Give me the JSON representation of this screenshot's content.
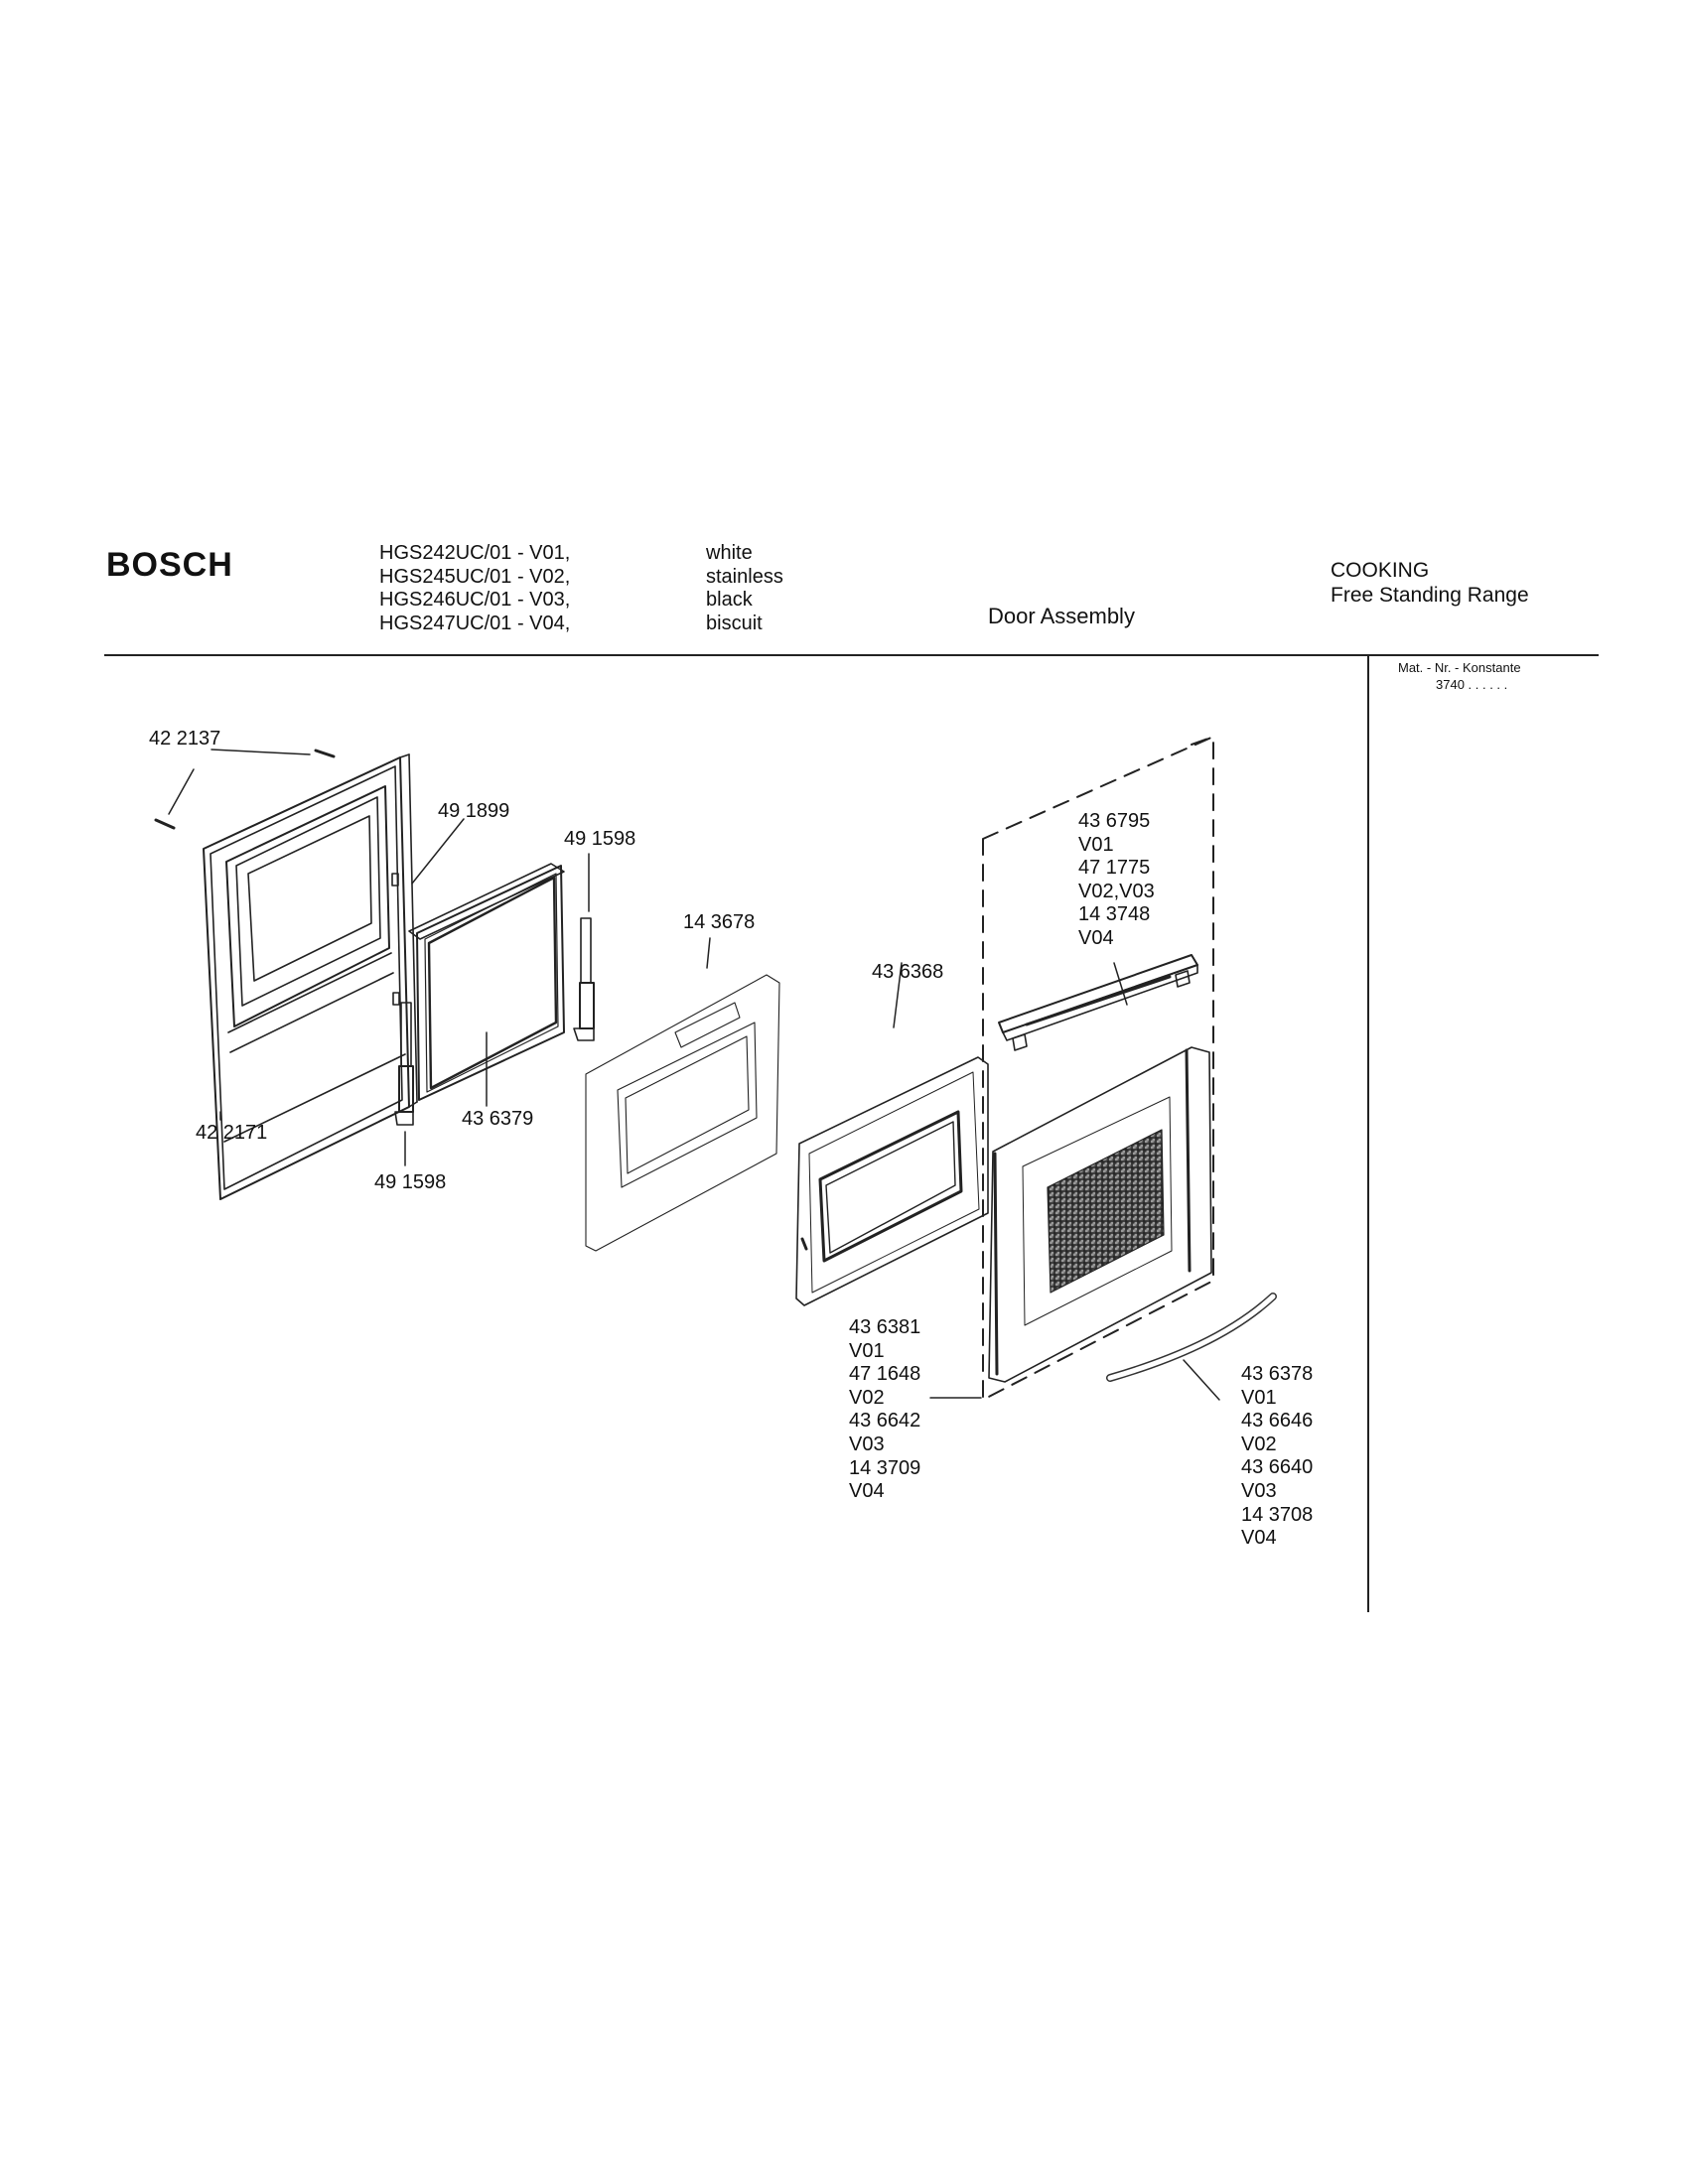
{
  "header": {
    "brand": "BOSCH",
    "models": [
      "HGS242UC/01 - V01,",
      "HGS245UC/01 - V02,",
      "HGS246UC/01 - V03,",
      "HGS247UC/01 - V04,"
    ],
    "colors": [
      "white",
      "stainless",
      "black",
      "biscuit"
    ],
    "title": "Door Assembly",
    "category": "COOKING",
    "subcategory": "Free Standing Range",
    "mat_label": "Mat. - Nr. - Konstante",
    "mat_value": "3740 . .   . . . ."
  },
  "part_labels": {
    "p422137": "42 2137",
    "p491899": "49 1899",
    "p491598_top": "49 1598",
    "p143678": "14 3678",
    "p436368": "43 6368",
    "p422171": "42 2171",
    "p436379": "43 6379",
    "p491598_bottom": "49 1598"
  },
  "part_groups": {
    "top_right": [
      "43 6795",
      "V01",
      "47 1775",
      "V02,V03",
      "14 3748",
      "V04"
    ],
    "bottom_center": [
      "43 6381",
      "V01",
      "47 1648",
      "V02",
      "43 6642",
      "V03",
      "14 3709",
      "V04"
    ],
    "bottom_right": [
      "43 6378",
      "V01",
      "43 6646",
      "V02",
      "43 6640",
      "V03",
      "14 3708",
      "V04"
    ]
  }
}
